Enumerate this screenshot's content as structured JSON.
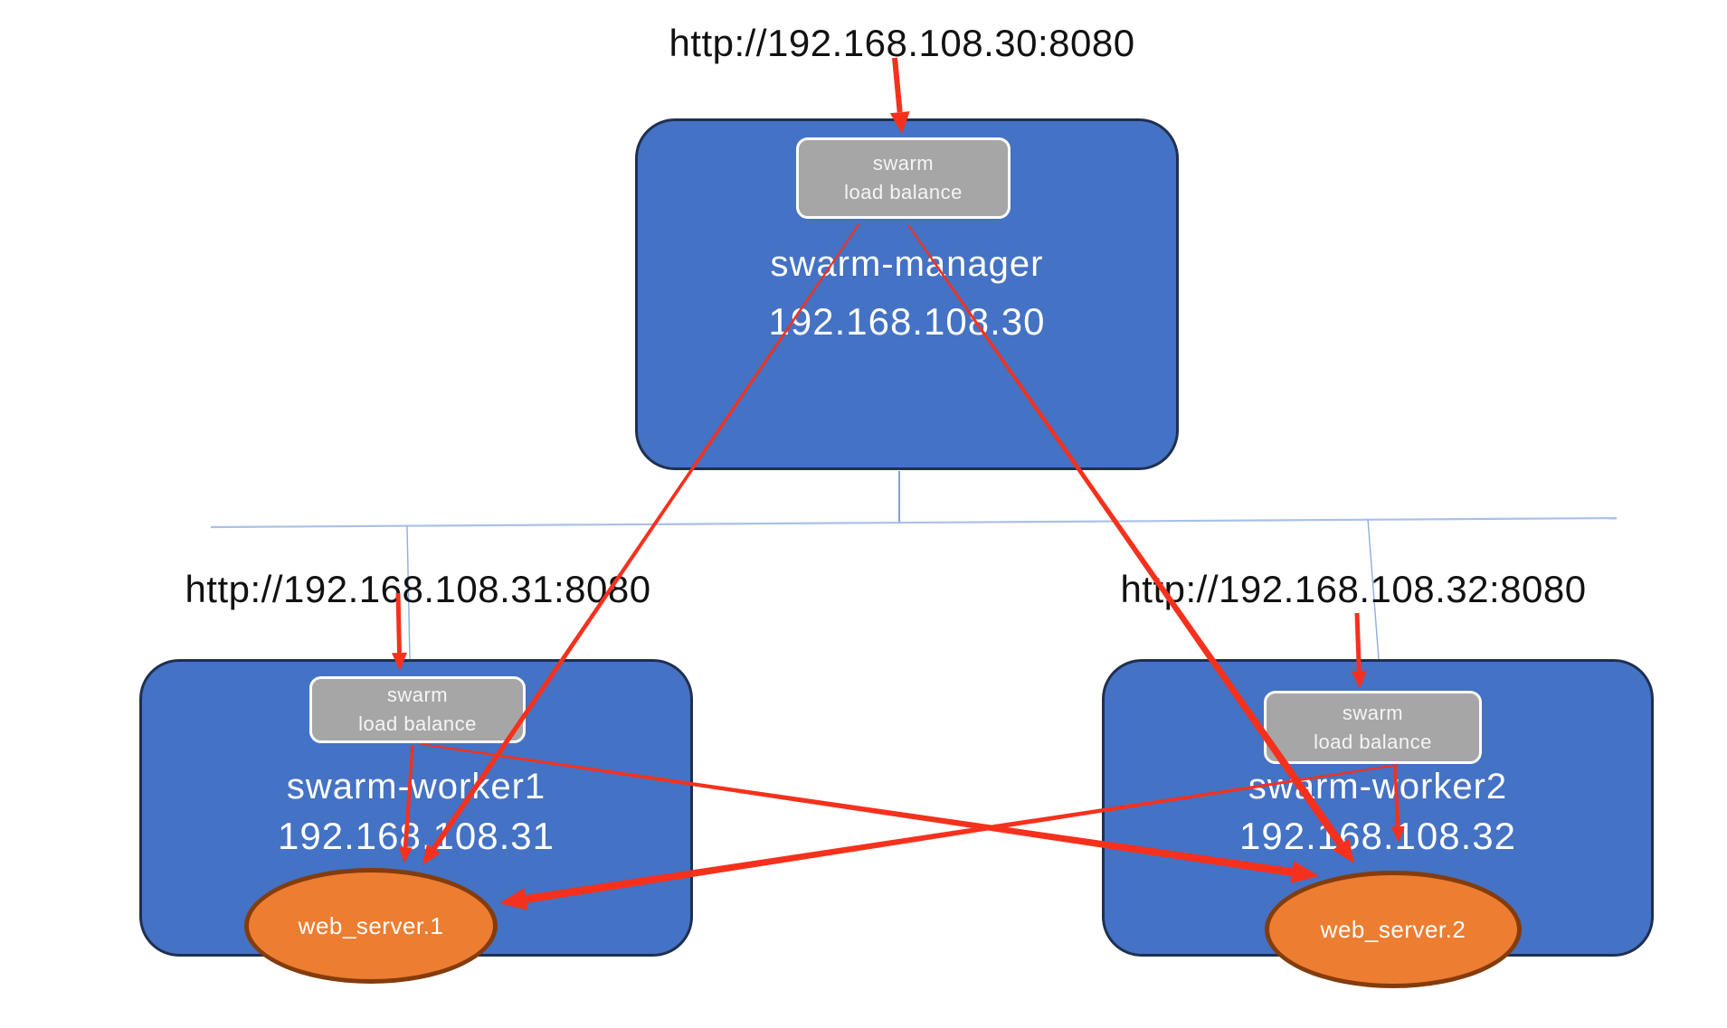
{
  "nodes": {
    "manager": {
      "url": "http://192.168.108.30:8080",
      "name": "swarm-manager",
      "ip": "192.168.108.30",
      "lb": {
        "line1": "swarm",
        "line2": "load balance"
      }
    },
    "worker1": {
      "url": "http://192.168.108.31:8080",
      "name": "swarm-worker1",
      "ip": "192.168.108.31",
      "lb": {
        "line1": "swarm",
        "line2": "load balance"
      },
      "service": "web_server.1"
    },
    "worker2": {
      "url": "http://192.168.108.32:8080",
      "name": "swarm-worker2",
      "ip": "192.168.108.32",
      "lb": {
        "line1": "swarm",
        "line2": "load balance"
      },
      "service": "web_server.2"
    }
  },
  "colors": {
    "node-fill": "#4472C4",
    "node-border": "#1F3050",
    "lb-fill": "#A6A6A6",
    "lb-border": "#FFFFFF",
    "service-fill": "#ED7D31",
    "service-border": "#843C0C",
    "arrow": "#F5311D",
    "connector": "#A9C1E8",
    "connector-dark": "#5E88CC",
    "connector-drop": "#8FAEDF",
    "url-text": "#111111",
    "node-text": "#FFFFFF"
  }
}
